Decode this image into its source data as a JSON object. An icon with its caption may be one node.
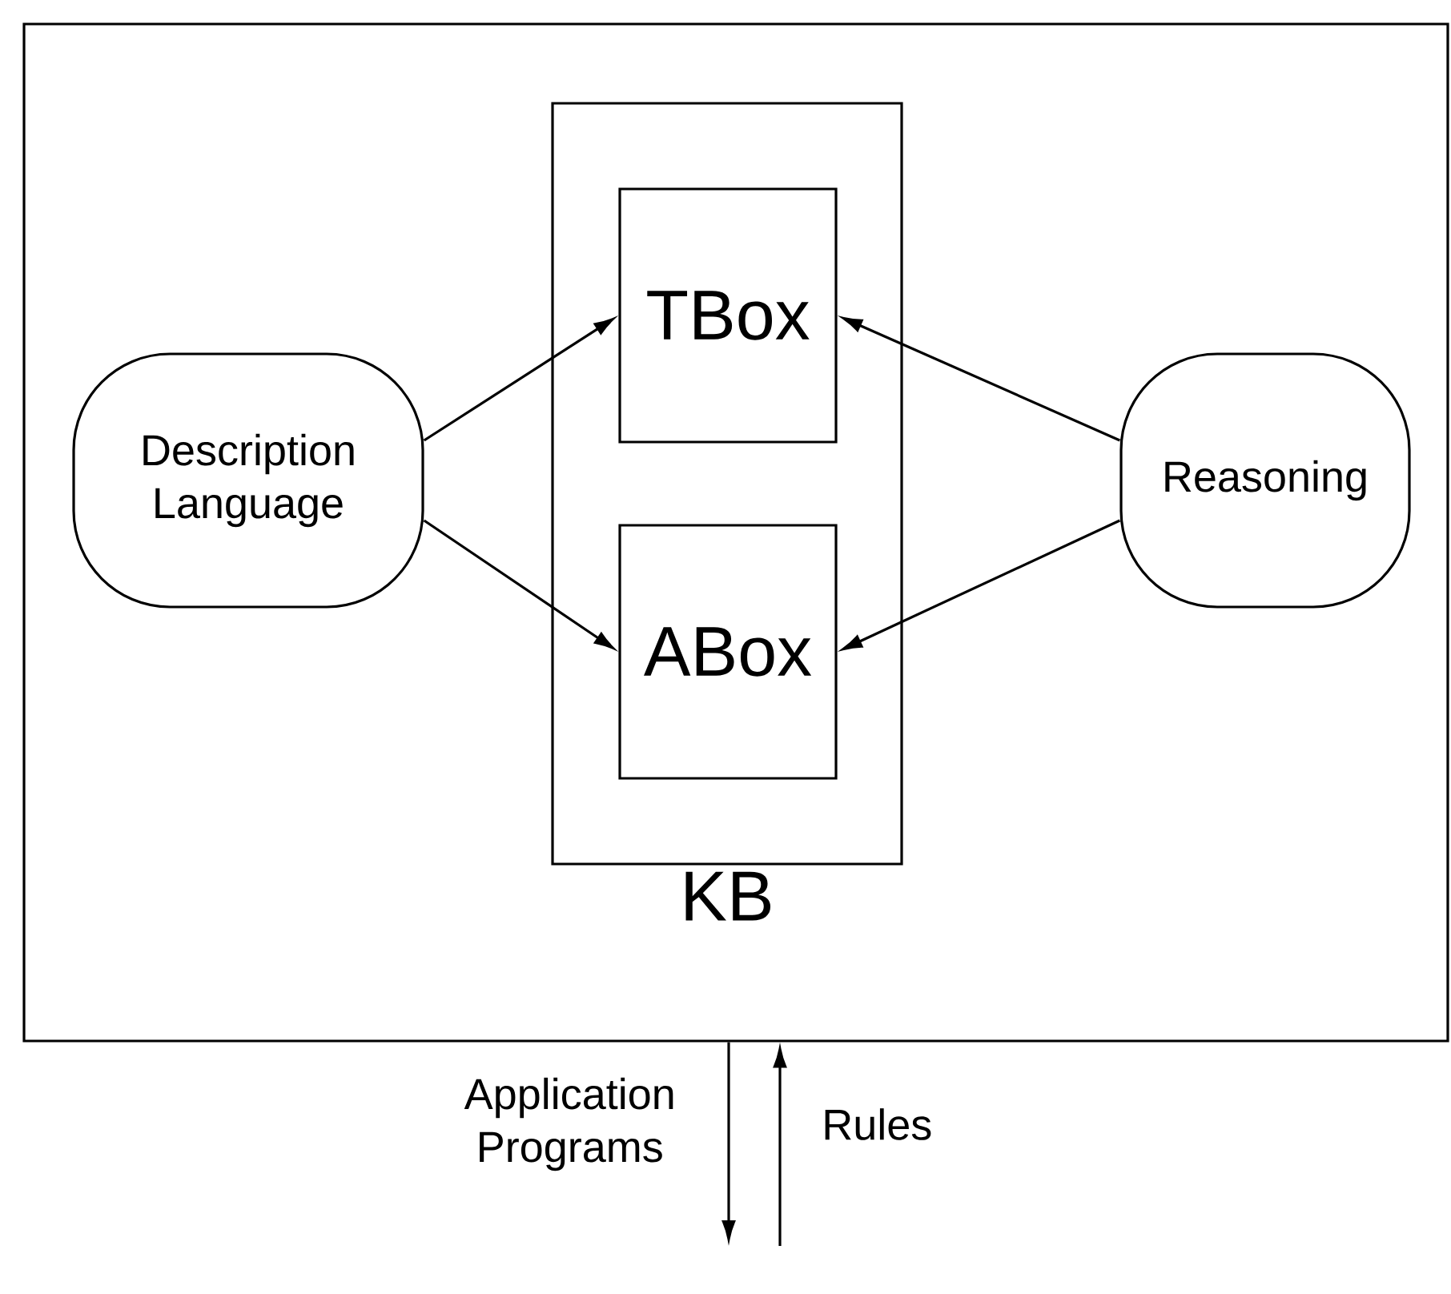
{
  "diagram": {
    "nodes": [
      {
        "text": [],
        "shape": "box"
      },
      {
        "text": [
          "Description Language"
        ],
        "in": 0
      },
      {
        "text": [
          "KB"
        ],
        "in": 0
      },
      {
        "text": [
          "TBox"
        ],
        "in": 2
      },
      {
        "text": [
          "ABox"
        ],
        "in": 2
      },
      {
        "text": [
          "Reasoning"
        ],
        "in": 0
      }
    ],
    "edges": [
      {
        "from": 1,
        "to": 3,
        "arrow": "to"
      },
      {
        "from": 1,
        "to": 4,
        "arrow": "to"
      },
      {
        "from": 5,
        "to": 3,
        "arrow": "to"
      },
      {
        "from": 5,
        "to": 4,
        "arrow": "to"
      },
      {
        "from": 0,
        "to": null,
        "arrow": "to",
        "label": "Application Programs"
      },
      {
        "from": null,
        "to": 0,
        "arrow": "to",
        "label": "Rules"
      }
    ]
  }
}
